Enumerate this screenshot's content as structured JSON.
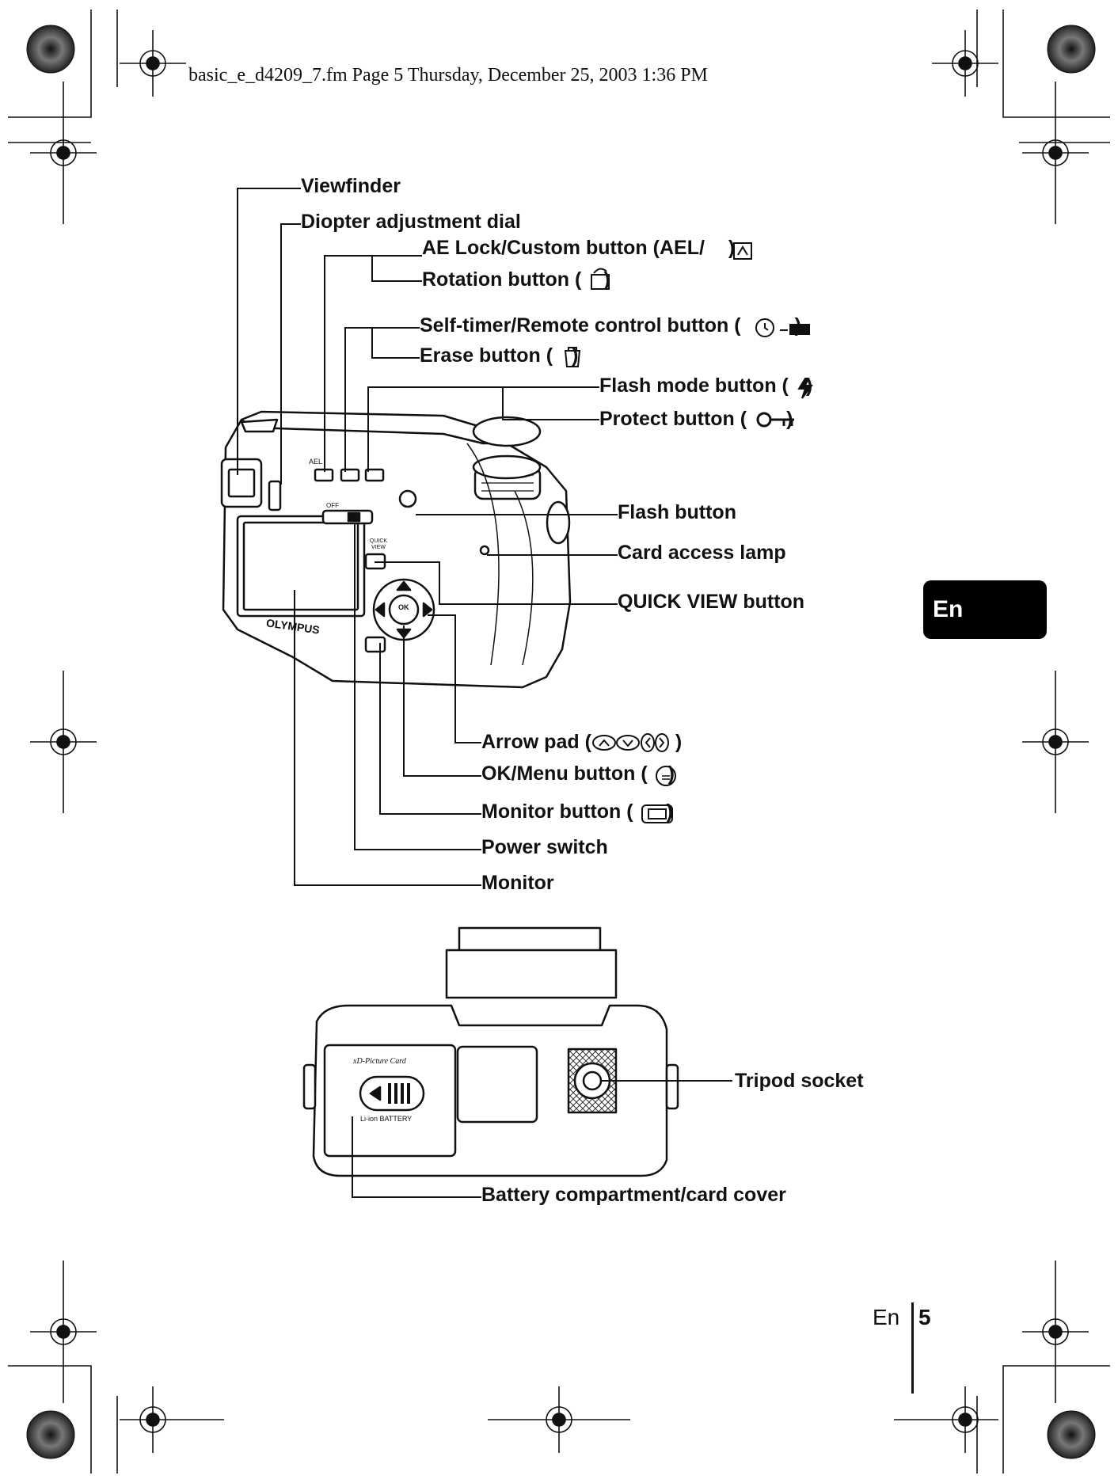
{
  "header": {
    "text": "basic_e_d4209_7.fm  Page 5  Thursday, December 25, 2003  1:36 PM"
  },
  "camera_back": {
    "labels": {
      "viewfinder": "Viewfinder",
      "diopter": "Diopter adjustment dial",
      "ae_lock": "AE Lock/Custom button (AEL/",
      "ae_lock_end": ")",
      "rotation": "Rotation button (",
      "rotation_end": ")",
      "self_timer": "Self-timer/Remote control button (",
      "self_timer_end": ")",
      "erase": "Erase button (",
      "erase_end": ")",
      "flash_mode": "Flash mode button (",
      "flash_mode_end": ")",
      "protect": "Protect button (",
      "protect_end": ")",
      "flash_button": "Flash button",
      "card_access": "Card access lamp",
      "quick_view": "QUICK VIEW button",
      "arrow_pad": "Arrow pad (",
      "arrow_pad_end": ")",
      "ok_menu": "OK/Menu button (",
      "ok_menu_end": ")",
      "monitor_button": "Monitor button (",
      "monitor_button_end": ")",
      "power_switch": "Power switch",
      "monitor": "Monitor"
    },
    "brand": "OLYMPUS",
    "body_markings": {
      "ael": "AEL",
      "off": "OFF",
      "quick_view": "QUICK VIEW",
      "ok": "OK"
    }
  },
  "camera_bottom": {
    "labels": {
      "tripod_socket": "Tripod socket",
      "battery_cover": "Battery compartment/card cover"
    },
    "cover_markings": {
      "card": "xD-Picture Card",
      "battery": "Li-ion BATTERY"
    }
  },
  "language_tab": "En",
  "footer": {
    "lang": "En",
    "page_number": "5"
  }
}
